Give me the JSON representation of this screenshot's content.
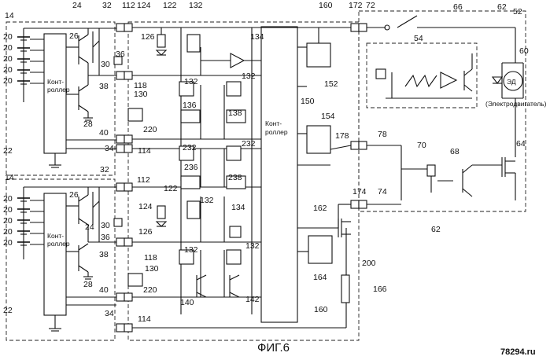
{
  "caption": "ФИГ.6",
  "watermark": "78294.ru",
  "controller_text": [
    "Конт-",
    "роллер"
  ],
  "motor": {
    "label": "ЭД",
    "caption": "(Электродвигатель)"
  },
  "labels": {
    "l14": "14",
    "l20": "20",
    "l22": "22",
    "l24": "24",
    "l26": "26",
    "l28": "28",
    "l30": "30",
    "l32": "32",
    "l34": "34",
    "l36": "36",
    "l38": "38",
    "l40": "40",
    "l112": "112",
    "l114": "114",
    "l118": "118",
    "l122": "122",
    "l124": "124",
    "l126": "126",
    "l130": "130",
    "l132": "132",
    "l134": "134",
    "l136": "136",
    "l138": "138",
    "l140": "140",
    "l142": "142",
    "l150": "150",
    "l152": "152",
    "l154": "154",
    "l160": "160",
    "l162": "162",
    "l164": "164",
    "l166": "166",
    "l172": "172",
    "l174": "174",
    "l178": "178",
    "l200": "200",
    "l220": "220",
    "l232": "232",
    "l236": "236",
    "l238": "238",
    "l52": "52",
    "l54": "54",
    "l60": "60",
    "l62": "62",
    "l64": "64",
    "l66": "66",
    "l68": "68",
    "l70": "70",
    "l72": "72",
    "l74": "74",
    "l78": "78"
  }
}
